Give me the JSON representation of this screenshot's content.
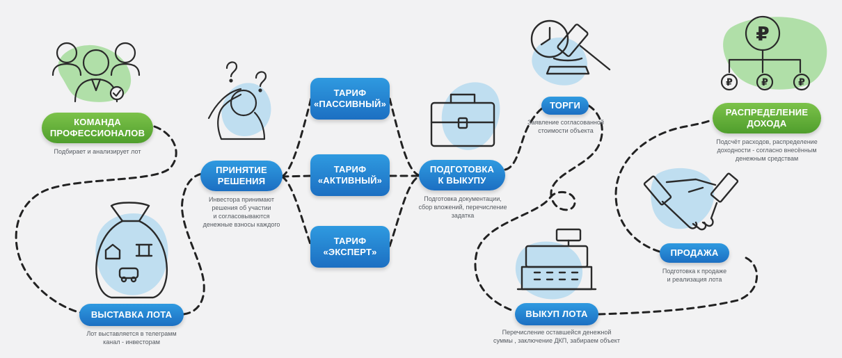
{
  "colors": {
    "background": "#f2f2f3",
    "blue_pill": "#1f78c8",
    "green_pill": "#5aac33",
    "blob_blue": "#b9dcef",
    "blob_green": "#9fdc96",
    "line": "#222222"
  },
  "steps": {
    "team": {
      "title": "КОМАНДА\nПРОФЕССИОНАЛОВ",
      "desc": "Подбирает и анализирует лот",
      "icon": "team-icon"
    },
    "decision": {
      "title": "ПРИНЯТИЕ\nРЕШЕНИЯ",
      "desc": "Инвестора принимают\nрешения об участии\nи согласовываются\nденежные взносы каждого",
      "icon": "thinking-person-icon"
    },
    "tariff_passive": {
      "title": "ТАРИФ\n«ПАССИВНЫЙ»"
    },
    "tariff_active": {
      "title": "ТАРИФ\n«АКТИВНЫЙ»"
    },
    "tariff_expert": {
      "title": "ТАРИФ\n«ЭКСПЕРТ»"
    },
    "prep": {
      "title": "ПОДГОТОВКА\nК ВЫКУПУ",
      "desc": "Подготовка документации,\nсбор вложений, перечисление\nзадатка",
      "icon": "briefcase-icon"
    },
    "auction": {
      "title": "ТОРГИ",
      "desc": "Заявление согласованной\nстоимости объекта",
      "icon": "gavel-icon"
    },
    "lot": {
      "title": "ВЫСТАВКА ЛОТА",
      "desc": "Лот выставляется в телеграмм\nканал - инвесторам",
      "icon": "money-bag-icon"
    },
    "buyout": {
      "title": "ВЫКУП ЛОТА",
      "desc": "Перечисление оставшейся денежной\nсуммы , заключение ДКП, забираем объект",
      "icon": "cash-register-icon"
    },
    "sale": {
      "title": "ПРОДАЖА",
      "desc": "Подготовка к продаже\nи реализация лота",
      "icon": "handshake-icon"
    },
    "income": {
      "title": "РАСПРЕДЕЛЕНИЕ\nДОХОДА",
      "desc": "Подсчёт расходов, распределение\nдоходности - согласно внесённым\nденежным средствам",
      "icon": "ruble-distribution-icon",
      "currency_symbol": "₽"
    }
  }
}
